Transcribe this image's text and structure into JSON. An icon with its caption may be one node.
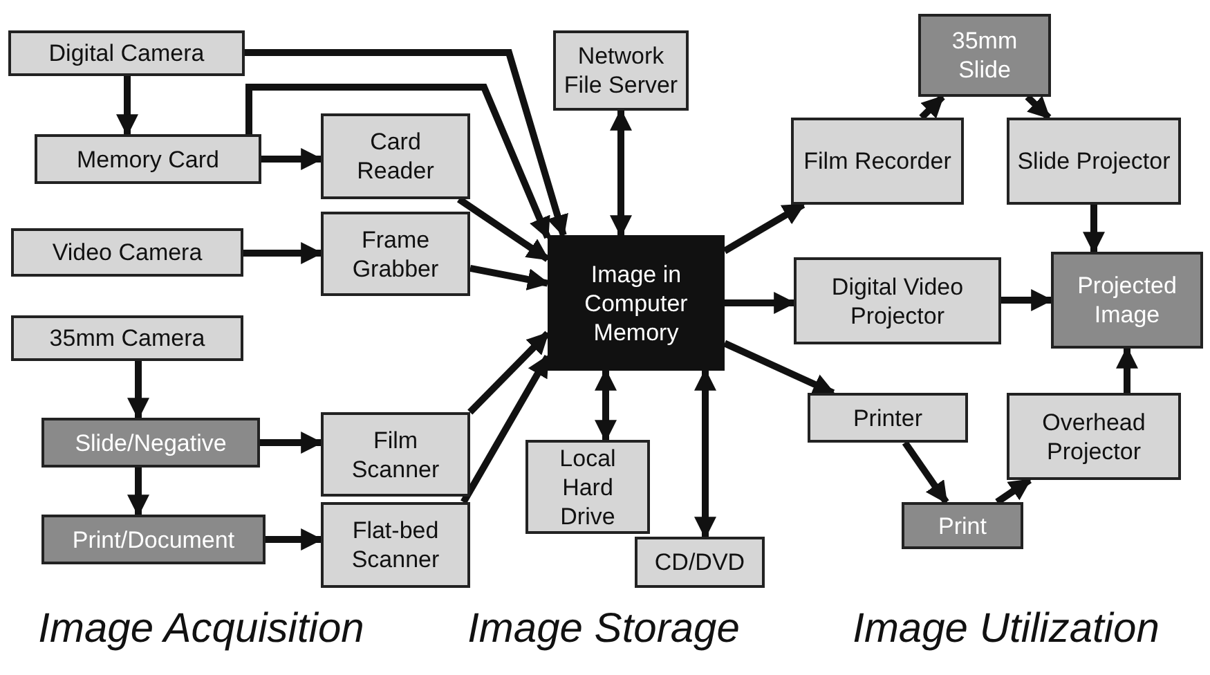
{
  "diagram": {
    "nodes": [
      {
        "text": [
          "Digital Camera"
        ]
      },
      {
        "text": [
          "Memory Card"
        ]
      },
      {
        "text": [
          "Card Reader"
        ]
      },
      {
        "text": [
          "Video Camera"
        ]
      },
      {
        "text": [
          "Frame Grabber"
        ]
      },
      {
        "text": [
          "35mm Camera"
        ]
      },
      {
        "text": [
          "Slide/Negative"
        ]
      },
      {
        "text": [
          "Print/Document"
        ]
      },
      {
        "text": [
          "Film Scanner"
        ]
      },
      {
        "text": [
          "Flat-bed Scanner"
        ]
      },
      {
        "text": [
          "Image in Computer Memory"
        ]
      },
      {
        "text": [
          "Network File Server"
        ]
      },
      {
        "text": [
          "Local Hard Drive"
        ]
      },
      {
        "text": [
          "CD/DVD"
        ]
      },
      {
        "text": [
          "Film Recorder"
        ]
      },
      {
        "text": [
          "35mm Slide"
        ]
      },
      {
        "text": [
          "Slide Projector"
        ]
      },
      {
        "text": [
          "Digital Video Projector"
        ]
      },
      {
        "text": [
          "Projected Image"
        ]
      },
      {
        "text": [
          "Printer"
        ]
      },
      {
        "text": [
          "Print"
        ]
      },
      {
        "text": [
          "Overhead Projector"
        ]
      }
    ],
    "edges": [
      {
        "from": 0,
        "to": 1,
        "arrow": "to"
      },
      {
        "from": 0,
        "to": 10,
        "arrow": "to"
      },
      {
        "from": 1,
        "to": 10,
        "arrow": "to"
      },
      {
        "from": 1,
        "to": 2,
        "arrow": "to"
      },
      {
        "from": 2,
        "to": 10,
        "arrow": "to"
      },
      {
        "from": 3,
        "to": 4,
        "arrow": "to"
      },
      {
        "from": 4,
        "to": 10,
        "arrow": "to"
      },
      {
        "from": 5,
        "to": 6,
        "arrow": "to"
      },
      {
        "from": 6,
        "to": 7,
        "arrow": "to"
      },
      {
        "from": 6,
        "to": 8,
        "arrow": "to"
      },
      {
        "from": 7,
        "to": 9,
        "arrow": "to"
      },
      {
        "from": 8,
        "to": 10,
        "arrow": "to"
      },
      {
        "from": 9,
        "to": 10,
        "arrow": "to"
      },
      {
        "from": 11,
        "to": 10,
        "arrow": "both"
      },
      {
        "from": 10,
        "to": 12,
        "arrow": "both"
      },
      {
        "from": 10,
        "to": 13,
        "arrow": "both"
      },
      {
        "from": 10,
        "to": 14,
        "arrow": "to"
      },
      {
        "from": 10,
        "to": 17,
        "arrow": "to"
      },
      {
        "from": 10,
        "to": 19,
        "arrow": "to"
      },
      {
        "from": 14,
        "to": 15,
        "arrow": "to"
      },
      {
        "from": 15,
        "to": 16,
        "arrow": "to"
      },
      {
        "from": 16,
        "to": 18,
        "arrow": "to"
      },
      {
        "from": 17,
        "to": 18,
        "arrow": "to"
      },
      {
        "from": 19,
        "to": 20,
        "arrow": "to"
      },
      {
        "from": 20,
        "to": 21,
        "arrow": "to"
      },
      {
        "from": 21,
        "to": 18,
        "arrow": "to"
      }
    ],
    "labels": [
      "Image Acquisition",
      "Image Storage",
      "Image Utilization"
    ]
  }
}
